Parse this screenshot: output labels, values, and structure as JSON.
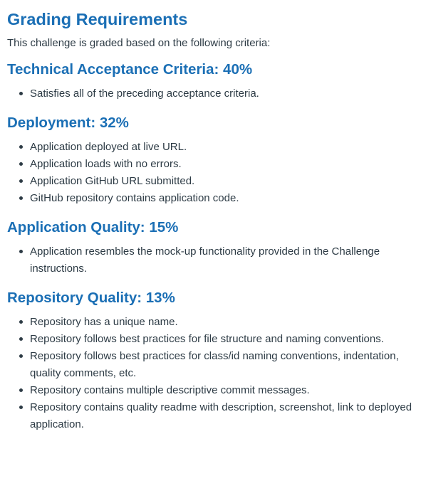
{
  "heading": "Grading Requirements",
  "intro": "This challenge is graded based on the following criteria:",
  "sections": [
    {
      "title": "Technical Acceptance Criteria: 40%",
      "items": [
        "Satisfies all of the preceding acceptance criteria."
      ]
    },
    {
      "title": "Deployment: 32%",
      "items": [
        "Application deployed at live URL.",
        "Application loads with no errors.",
        "Application GitHub URL submitted.",
        "GitHub repository contains application code."
      ]
    },
    {
      "title": "Application Quality: 15%",
      "items": [
        "Application resembles the mock-up functionality provided in the Challenge instructions."
      ]
    },
    {
      "title": "Repository Quality: 13%",
      "items": [
        "Repository has a unique name.",
        "Repository follows best practices for file structure and naming conventions.",
        "Repository follows best practices for class/id naming conventions, indentation, quality comments, etc.",
        "Repository contains multiple descriptive commit messages.",
        "Repository contains quality readme with description, screenshot, link to deployed application."
      ]
    }
  ]
}
